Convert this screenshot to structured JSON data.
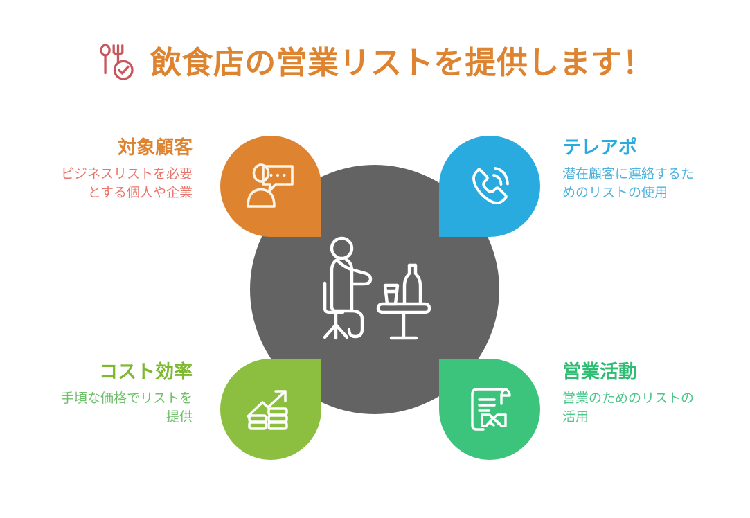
{
  "title": {
    "text": "飲食店の営業リストを提供します！",
    "color": "#DE8430",
    "logo_icon": "fork-spoon-check-icon",
    "logo_color": "#C9565C"
  },
  "center": {
    "icon": "person-dining-at-table-icon",
    "background_color": "#636363",
    "icon_color": "#FFFFFF"
  },
  "quadrants": [
    {
      "position": "top-left",
      "heading": "対象顧客",
      "body": "ビジネスリストを必要\nとする個人や企業",
      "body_line1": "ビジネスリストを必要",
      "body_line2": "とする個人や企業",
      "color": "#DE8430",
      "heading_color": "#DE8430",
      "body_color": "#E8756B",
      "icon": "user-speech-bubble-icon",
      "pod_shape": "teardrop-point-bottom-right"
    },
    {
      "position": "top-right",
      "heading": "テレアポ",
      "body": "潜在顧客に連絡するた\nめのリストの使用",
      "body_line1": "潜在顧客に連絡するた",
      "body_line2": "めのリストの使用",
      "color": "#29ABDF",
      "heading_color": "#29ABDF",
      "body_color": "#4FB3DC",
      "icon": "phone-call-waves-icon",
      "pod_shape": "teardrop-point-bottom-left"
    },
    {
      "position": "bottom-left",
      "heading": "コスト効率",
      "body": "手頃な価格でリストを\n提供",
      "body_line1": "手頃な価格でリストを",
      "body_line2": "提供",
      "color": "#8CBF3F",
      "heading_color": "#7DB82E",
      "body_color": "#6FC06A",
      "icon": "coins-growth-arrow-icon",
      "pod_shape": "teardrop-point-top-right"
    },
    {
      "position": "bottom-right",
      "heading": "営業活動",
      "body": "営業のためのリストの\n活用",
      "body_line1": "営業のためのリストの",
      "body_line2": "活用",
      "color": "#3CC47C",
      "heading_color": "#2FBD74",
      "body_color": "#4CC68A",
      "icon": "contract-handshake-icon",
      "pod_shape": "teardrop-point-top-left"
    }
  ]
}
